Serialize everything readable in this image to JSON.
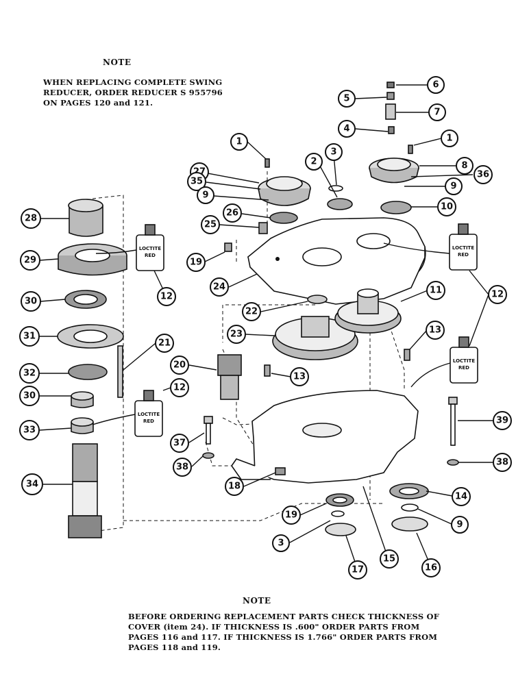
{
  "notes": {
    "top_title": "NOTE",
    "top_text": "WHEN REPLACING COMPLETE SWING\nREDUCER, ORDER REDUCER S 955796\nON PAGES 120 and 121.",
    "bottom_title": "NOTE",
    "bottom_text": "BEFORE ORDERING REPLACEMENT PARTS CHECK THICKNESS OF\nCOVER (item 24). IF THICKNESS IS .600\" ORDER PARTS FROM\nPAGES 116 and 117. IF THICKNESS IS 1.766\" ORDER PARTS FROM\nPAGES 118 and 119."
  },
  "bottle_label": "LOCTITE\nRED",
  "callouts": [
    "6",
    "5",
    "7",
    "4",
    "1",
    "1",
    "3",
    "2",
    "27",
    "8",
    "36",
    "35",
    "9",
    "9",
    "28",
    "26",
    "10",
    "25",
    "19",
    "29",
    "24",
    "12",
    "12",
    "30",
    "22",
    "11",
    "31",
    "21",
    "23",
    "13",
    "32",
    "20",
    "12",
    "13",
    "30",
    "39",
    "33",
    "37",
    "38",
    "38",
    "34",
    "18",
    "14",
    "19",
    "9",
    "3",
    "15",
    "16",
    "17"
  ]
}
